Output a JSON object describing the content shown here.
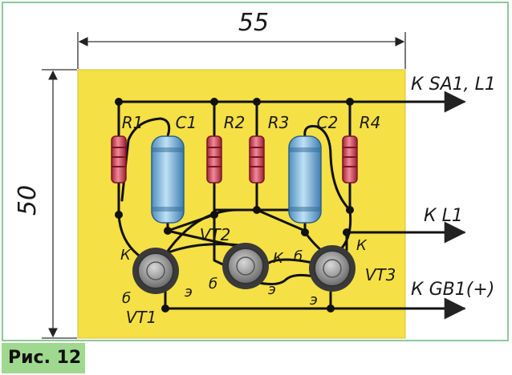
{
  "dimensions": {
    "width": "55",
    "height": "50"
  },
  "components": {
    "resistors": [
      "R1",
      "R2",
      "R3",
      "R4"
    ],
    "capacitors": [
      "C1",
      "C2"
    ],
    "transistors": [
      "VT1",
      "VT2",
      "VT3"
    ]
  },
  "pin_labels": {
    "collector": "К",
    "base": "б",
    "emitter": "э"
  },
  "connections": {
    "top": "К SA1, L1",
    "middle": "К L1",
    "bottom": "К GB1(+)"
  },
  "caption": "Рис. 12",
  "colors": {
    "board": "#f5e045",
    "resistor": "#c9364a",
    "capacitor": "#7fb6dd",
    "transistor": "#4a4a4a",
    "frame": "#8fc79a",
    "caption_bg": "#9fd88f"
  }
}
